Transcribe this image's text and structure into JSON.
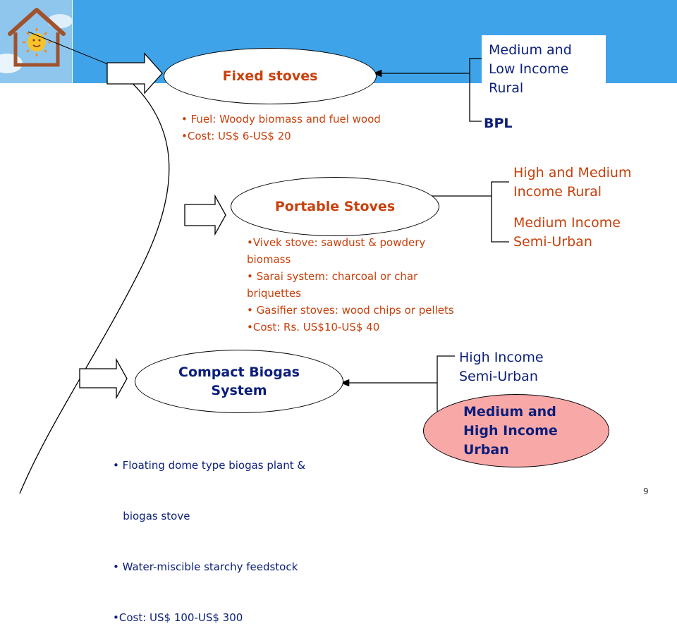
{
  "slide": {
    "page_number": "9"
  },
  "fixed": {
    "title": "Fixed stoves",
    "bullets": [
      "• Fuel: Woody biomass and fuel wood",
      "•Cost: US$ 6-US$ 20"
    ],
    "segments": [
      "Medium and",
      "Low Income",
      "Rural"
    ],
    "segment_bpl": "BPL"
  },
  "portable": {
    "title": "Portable Stoves",
    "bullets": [
      "•Vivek stove: sawdust & powdery",
      "biomass",
      "• Sarai system: charcoal or char",
      "briquettes",
      "• Gasifier stoves: wood chips or pellets",
      "•Cost: Rs. US$10-US$ 40"
    ],
    "segments_a": [
      "High and Medium",
      "Income Rural"
    ],
    "segments_b": [
      "Medium Income",
      "Semi-Urban"
    ]
  },
  "biogas": {
    "title_lines": [
      "Compact Biogas",
      "System"
    ],
    "bullets": [
      "• Floating dome type biogas plant &",
      "   biogas stove",
      "• Water-miscible starchy feedstock",
      "•Cost: US$ 100-US$ 300"
    ],
    "segments_a": [
      "High Income",
      "Semi-Urban"
    ],
    "segments_b": [
      "Medium and",
      "High Income",
      "Urban"
    ]
  },
  "colors": {
    "banner": "#3ea3e8",
    "orange_text": "#c8400c",
    "navy_text": "#0b1e7a",
    "pink_fill": "#f9a8a8"
  }
}
